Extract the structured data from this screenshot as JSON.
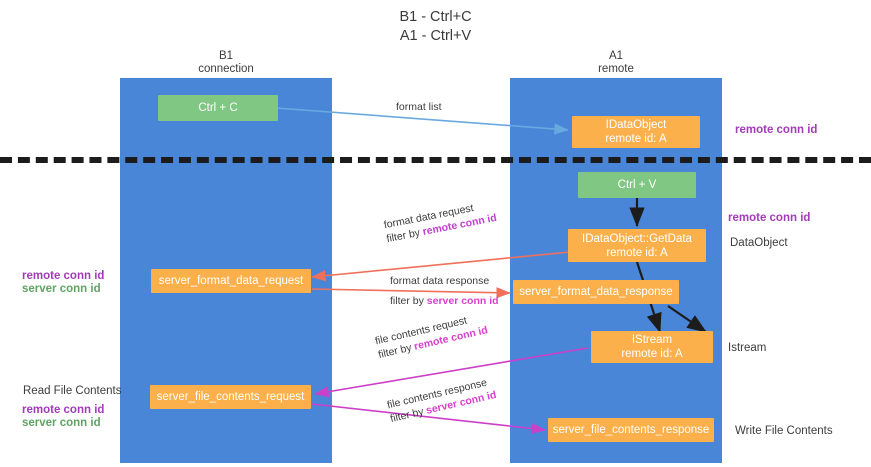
{
  "title": {
    "line1": "B1 - Ctrl+C",
    "line2": "A1 - Ctrl+V"
  },
  "lanes": [
    {
      "name": "B1",
      "role": "connection",
      "color": "#4a86d8"
    },
    {
      "name": "A1",
      "role": "remote",
      "color": "#4a86d8"
    }
  ],
  "nodes": {
    "ctrl_c": {
      "label": "Ctrl + C",
      "color": "#81c784"
    },
    "idataobject": {
      "label": "IDataObject",
      "sub": "remote id: A",
      "color": "#fbb04c"
    },
    "ctrl_v": {
      "label": "Ctrl + V",
      "color": "#81c784"
    },
    "getdata": {
      "label": "IDataObject::GetData",
      "sub": "remote id: A",
      "color": "#fbb04c"
    },
    "format_req": {
      "label": "server_format_data_request",
      "color": "#fbb04c"
    },
    "format_resp": {
      "label": "server_format_data_response",
      "color": "#fbb04c"
    },
    "istream": {
      "label": "IStream",
      "sub": "remote id: A",
      "color": "#fbb04c"
    },
    "file_req": {
      "label": "server_file_contents_request",
      "color": "#fbb04c"
    },
    "file_resp": {
      "label": "server_file_contents_response",
      "color": "#fbb04c"
    }
  },
  "edge_labels": {
    "format_list": "format list",
    "format_data_request": "format data request",
    "format_data_request_filter_prefix": "filter by ",
    "format_data_request_filter_key": "remote conn id",
    "format_data_response": "format data response",
    "format_data_response_filter_prefix": "filter by ",
    "format_data_response_filter_key": "server conn id",
    "file_contents_request": "file contents request",
    "file_contents_request_filter_prefix": "filter by ",
    "file_contents_request_filter_key": "remote conn id",
    "file_contents_response": "file contents response",
    "file_contents_response_filter_prefix": "filter by ",
    "file_contents_response_filter_key": "server conn id"
  },
  "captions": {
    "right_remote_conn_id_top": "remote conn id",
    "right_remote_conn_id_mid": "remote conn id",
    "right_dataobject": "DataObject",
    "right_istream": "Istream",
    "right_write_file_contents": "Write File Contents",
    "left_remote_conn_id": "remote conn id",
    "left_server_conn_id": "server conn id",
    "left_read_file_contents": "Read File Contents",
    "left_remote_conn_id_2": "remote conn id",
    "left_server_conn_id_2": "server conn id"
  },
  "colors": {
    "lane": "#4a86d8",
    "green_node": "#81c784",
    "orange_node": "#fbb04c",
    "purple_key": "#a23bb8",
    "green_key": "#5fa463",
    "arrow_blue": "#6aa9e0",
    "arrow_red": "#f0705a",
    "arrow_magenta": "#cc3fc8",
    "arrow_black": "#1c1c1c",
    "divider": "#1c1c1c"
  }
}
